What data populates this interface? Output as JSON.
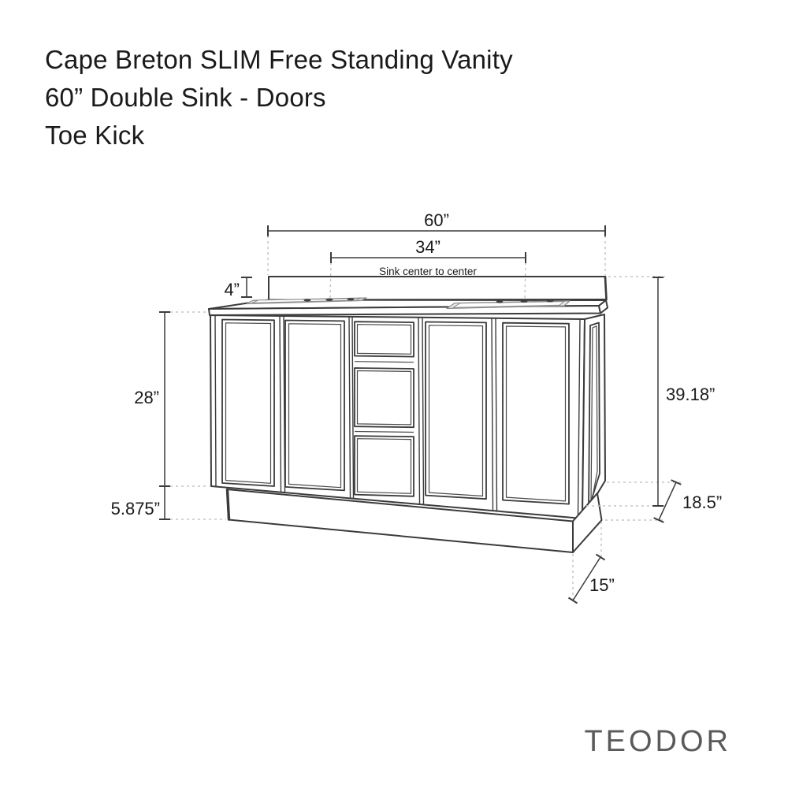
{
  "title": {
    "line1": "Cape Breton SLIM Free Standing Vanity",
    "line2": "60” Double Sink - Doors",
    "line3": "Toe Kick"
  },
  "dims": {
    "total_width": "60”",
    "sink_spacing": "34”",
    "sink_note": "Sink center to center",
    "backsplash_height": "4”",
    "cabinet_height": "28”",
    "toe_kick_height": "5.875”",
    "total_height": "39.18”",
    "total_depth": "18.5”",
    "base_depth": "15”"
  },
  "brand": "TEODOR",
  "colors": {
    "line": "#3b3b3b",
    "dashed_gray": "#c5c5c5",
    "sink_rim": "#e9e9e9",
    "text": "#1a1a1a",
    "brand": "#5a5a5a"
  }
}
